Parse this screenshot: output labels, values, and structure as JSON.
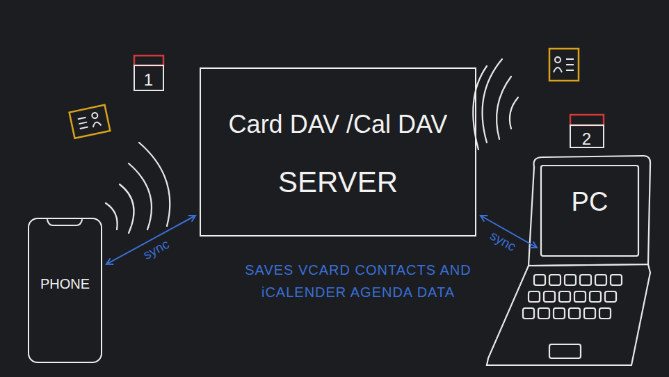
{
  "diagram": {
    "nodes": [
      {
        "text": [
          "Card DAV /Cal DAV",
          "SERVER"
        ]
      },
      {
        "text": [
          "PHONE"
        ]
      },
      {
        "text": [
          "PC"
        ]
      }
    ],
    "edges": [
      {
        "from": 1,
        "to": 0,
        "arrow": "both",
        "label": "sync"
      },
      {
        "from": 0,
        "to": 2,
        "arrow": "both",
        "label": "sync"
      }
    ],
    "labels": [
      "1",
      "2",
      "SAVES VCARD CONTACTS AND iCALENDER AGENDA DATA"
    ]
  }
}
